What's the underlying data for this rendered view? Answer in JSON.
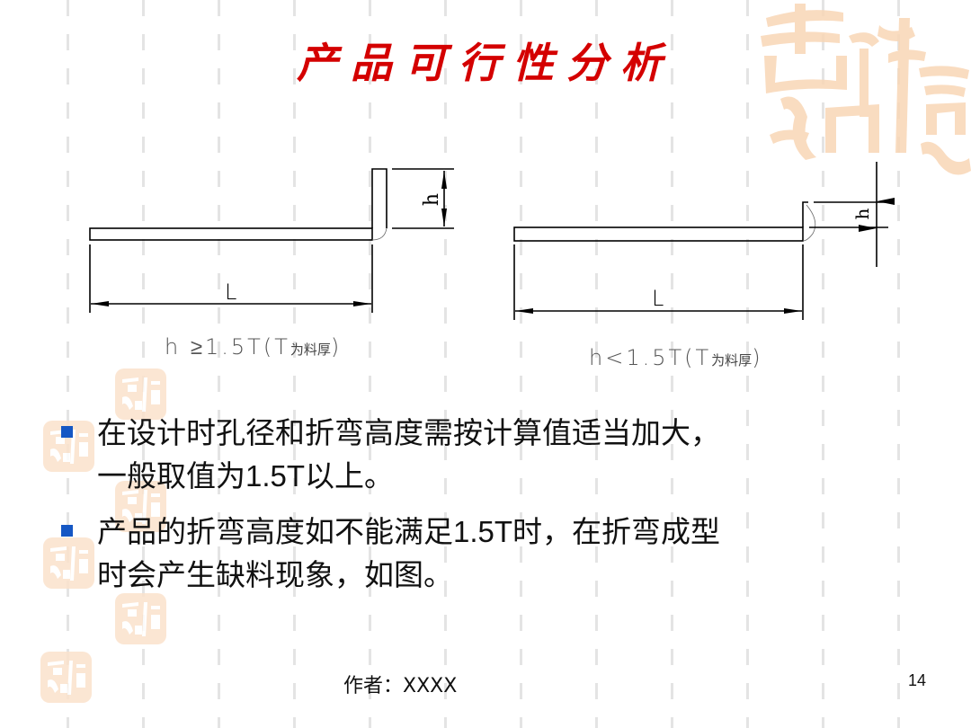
{
  "slide": {
    "title": "产品可行性分析",
    "page_number": "14",
    "footer": {
      "author_label": "作者：XXXX"
    },
    "colors": {
      "title": "#d40000",
      "bullet": "#1557c4",
      "seal": "#fbe2cc",
      "grid_dash": "#e4e4e4"
    },
    "decorations": {
      "big_seal_text": "吉祥如意",
      "small_seal_text": "吉祥如意"
    }
  },
  "diagrams": [
    {
      "name": "bend-ok",
      "dim_length_label": "L",
      "dim_height_label": "h",
      "caption_main": "h ≥1.5T(T",
      "caption_small": "为料厚",
      "caption_close": ")"
    },
    {
      "name": "bend-too-short",
      "dim_length_label": "L",
      "dim_height_label": "h",
      "caption_main": "h<1.5T(T",
      "caption_small": "为料厚",
      "caption_close": ")"
    }
  ],
  "bullets": [
    {
      "line1": "在设计时孔径和折弯高度需按计算值适当加大，",
      "line2_pre": "一般取值为",
      "line2_num": "1.5T",
      "line2_post": "以上。"
    },
    {
      "line1_pre": "产品的折弯高度如不能满足",
      "line1_num": "1.5T",
      "line1_post": "时，在折弯成型",
      "line2": "时会产生缺料现象，如图。"
    }
  ]
}
